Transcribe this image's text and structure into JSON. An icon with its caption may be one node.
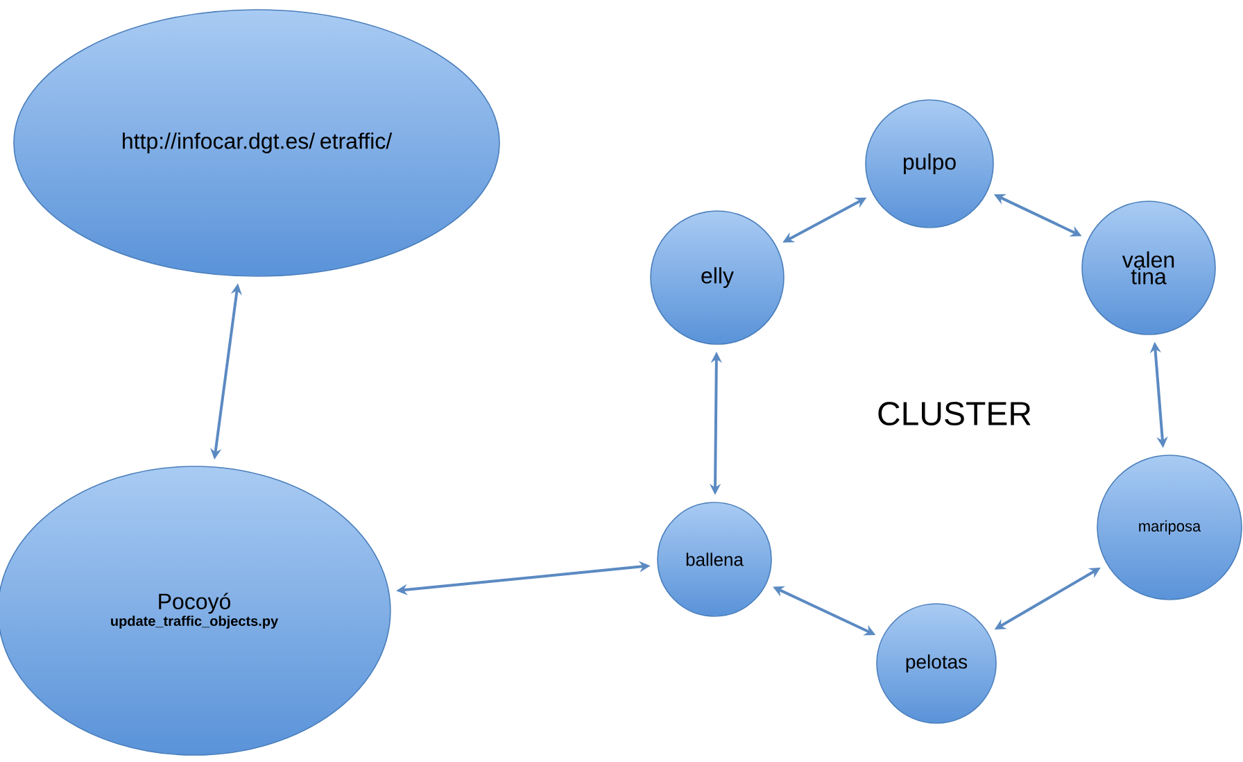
{
  "diagram": {
    "nodes": [
      {
        "text": [
          "http://infocar.dgt.es/ etraffic/"
        ]
      },
      {
        "text": [
          "Pocoyó",
          "update_traffic_objects.py"
        ]
      },
      {
        "text": [
          "pulpo"
        ]
      },
      {
        "text": [
          "elly"
        ]
      },
      {
        "text": [
          "valen tina"
        ]
      },
      {
        "text": [
          "mariposa"
        ]
      },
      {
        "text": [
          "ballena"
        ]
      },
      {
        "text": [
          "pelotas"
        ]
      }
    ],
    "edges": [
      {
        "from": 0,
        "to": 1,
        "arrow": "both"
      },
      {
        "from": 3,
        "to": 2,
        "arrow": "both"
      },
      {
        "from": 2,
        "to": 4,
        "arrow": "both"
      },
      {
        "from": 4,
        "to": 5,
        "arrow": "both"
      },
      {
        "from": 3,
        "to": 6,
        "arrow": "both"
      },
      {
        "from": 6,
        "to": 1,
        "arrow": "both"
      },
      {
        "from": 6,
        "to": 7,
        "arrow": "both"
      },
      {
        "from": 7,
        "to": 5,
        "arrow": "both"
      }
    ],
    "labels": [
      "CLUSTER"
    ]
  }
}
